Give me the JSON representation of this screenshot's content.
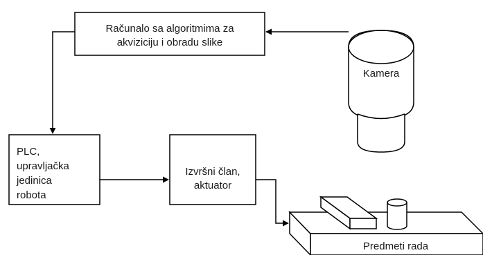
{
  "diagram": {
    "nodes": {
      "computer": {
        "line1": "Računalo sa algoritmima za",
        "line2": "akviziciju i obradu slike"
      },
      "camera": {
        "label": "Kamera"
      },
      "plc": {
        "line1": "PLC,",
        "line2": "upravljačka",
        "line3": "jedinica",
        "line4": "robota"
      },
      "actuator": {
        "line1": "Izvršni član,",
        "line2": "aktuator"
      },
      "workpieces": {
        "label": "Predmeti rada"
      }
    },
    "edges": [
      {
        "from": "camera",
        "to": "computer"
      },
      {
        "from": "computer",
        "to": "plc"
      },
      {
        "from": "plc",
        "to": "actuator"
      },
      {
        "from": "actuator",
        "to": "workpieces"
      }
    ],
    "colors": {
      "stroke": "#000000",
      "fill": "#ffffff",
      "text": "#1a1a1a"
    }
  }
}
